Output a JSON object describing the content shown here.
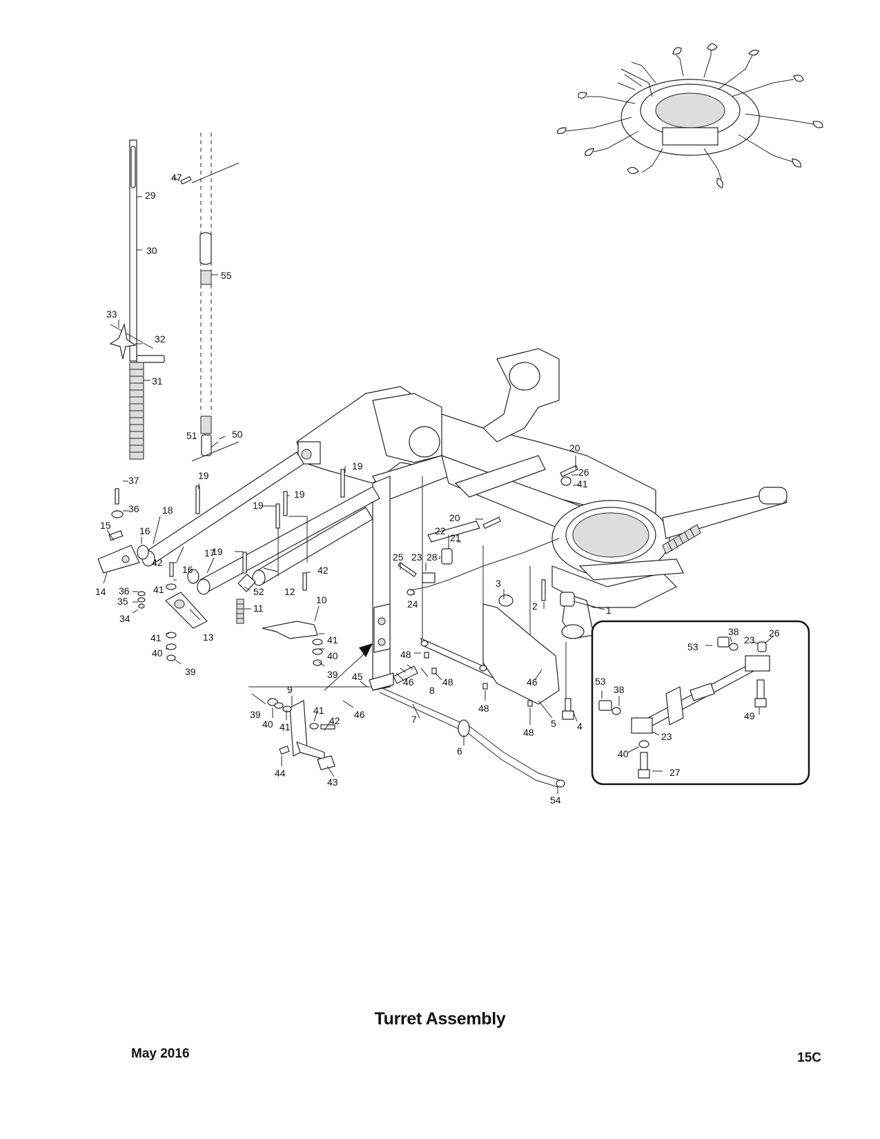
{
  "title": "Turret Assembly",
  "footer": {
    "date": "May 2016",
    "page": "15C"
  },
  "callouts": [
    "1",
    "2",
    "3",
    "4",
    "5",
    "6",
    "7",
    "8",
    "9",
    "10",
    "11",
    "12",
    "13",
    "14",
    "15",
    "16",
    "17",
    "18",
    "19",
    "20",
    "21",
    "22",
    "23",
    "24",
    "25",
    "26",
    "27",
    "28",
    "29",
    "30",
    "31",
    "32",
    "33",
    "34",
    "35",
    "36",
    "37",
    "38",
    "39",
    "40",
    "41",
    "42",
    "43",
    "44",
    "45",
    "46",
    "47",
    "48",
    "49",
    "50",
    "51",
    "52",
    "53",
    "54",
    "55"
  ],
  "inset_callouts": [
    "53",
    "38",
    "23",
    "26",
    "53",
    "38",
    "23",
    "49",
    "40",
    "27"
  ]
}
